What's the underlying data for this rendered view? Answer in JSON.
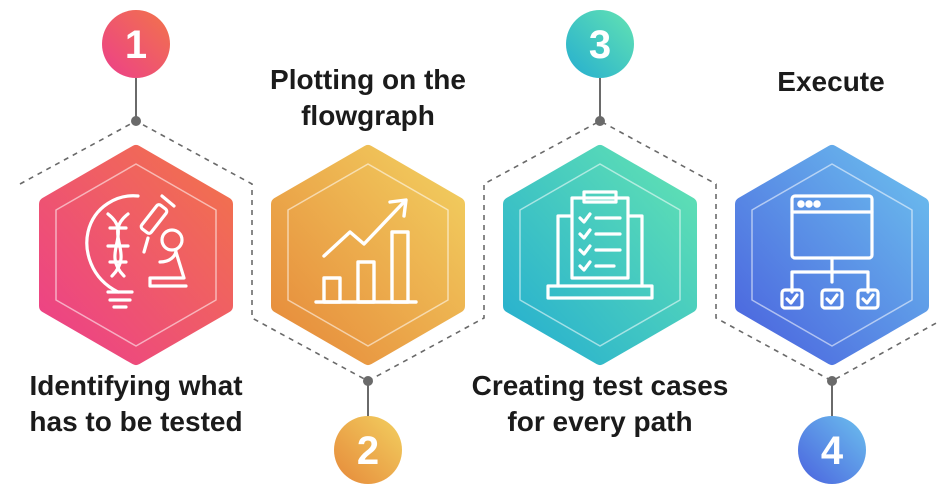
{
  "steps": [
    {
      "number": "1",
      "lines": [
        "Identifying what",
        "has to be tested"
      ],
      "icon": "dna-microscope-bulb-icon",
      "color_start": "#ef4f7e",
      "color_end": "#f07a4a"
    },
    {
      "number": "2",
      "lines": [
        "Plotting on the",
        "flowgraph"
      ],
      "icon": "growth-bar-chart-icon",
      "color_start": "#e8923b",
      "color_end": "#f2cd5e"
    },
    {
      "number": "3",
      "lines": [
        "Creating test cases",
        "for every path"
      ],
      "icon": "laptop-checklist-icon",
      "color_start": "#2bb5c7",
      "color_end": "#5ee0b6"
    },
    {
      "number": "4",
      "lines": [
        "Execute"
      ],
      "icon": "browser-flowchart-check-icon",
      "color_start": "#4f6be0",
      "color_end": "#66b4ec"
    }
  ]
}
